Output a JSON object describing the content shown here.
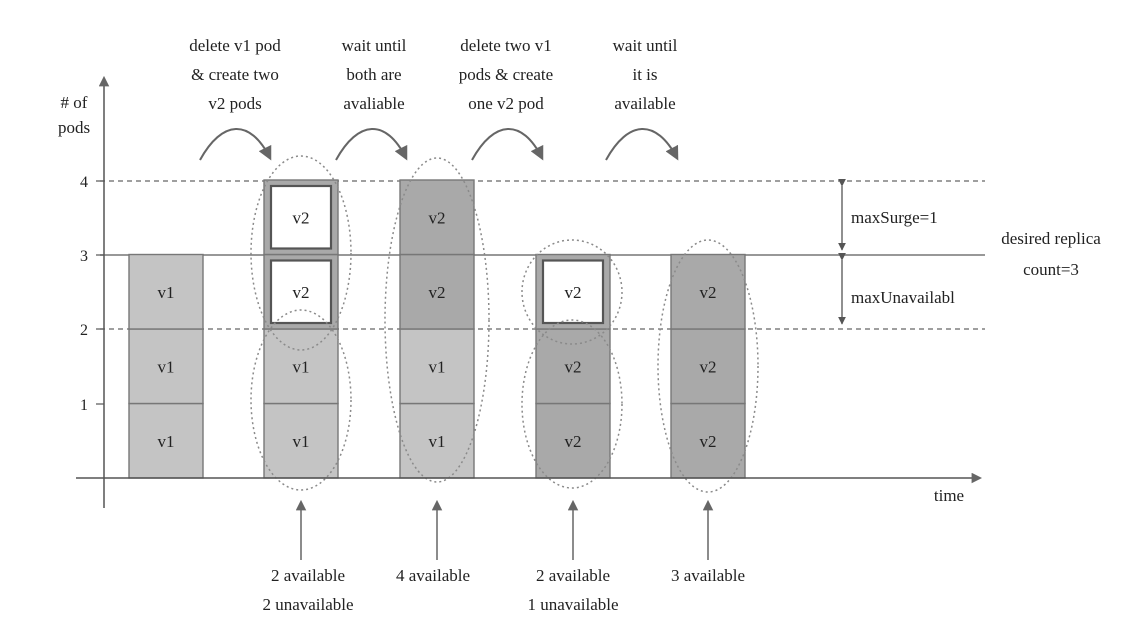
{
  "axis": {
    "y_label_line1": "# of",
    "y_label_line2": "pods",
    "x_label": "time",
    "ticks": [
      "1",
      "2",
      "3",
      "4"
    ]
  },
  "reference_lines": {
    "max_surge_label": "maxSurge=1",
    "max_unavailable_label": "maxUnavailabl",
    "desired_line1": "desired replica",
    "desired_line2": "count=3"
  },
  "steps": [
    {
      "lines": [
        "delete v1 pod",
        "& create two",
        "v2 pods"
      ]
    },
    {
      "lines": [
        "wait until",
        "both are",
        "avaliable"
      ]
    },
    {
      "lines": [
        "delete two v1",
        "pods & create",
        "one v2 pod"
      ]
    },
    {
      "lines": [
        "wait until",
        "it is",
        "available"
      ]
    }
  ],
  "columns": [
    {
      "pods": [
        {
          "label": "v1",
          "style": "v1"
        },
        {
          "label": "v1",
          "style": "v1"
        },
        {
          "label": "v1",
          "style": "v1"
        }
      ]
    },
    {
      "pods": [
        {
          "label": "v1",
          "style": "v1"
        },
        {
          "label": "v1",
          "style": "v1"
        },
        {
          "label": "v2",
          "style": "new"
        },
        {
          "label": "v2",
          "style": "new"
        }
      ],
      "status": [
        "2 available",
        "2 unavailable"
      ]
    },
    {
      "pods": [
        {
          "label": "v1",
          "style": "v1"
        },
        {
          "label": "v1",
          "style": "v1"
        },
        {
          "label": "v2",
          "style": "v2"
        },
        {
          "label": "v2",
          "style": "v2"
        }
      ],
      "status": [
        "4 available"
      ]
    },
    {
      "pods": [
        {
          "label": "v2",
          "style": "v2"
        },
        {
          "label": "v2",
          "style": "v2"
        },
        {
          "label": "v2",
          "style": "new"
        }
      ],
      "status": [
        "2 available",
        "1 unavailable"
      ]
    },
    {
      "pods": [
        {
          "label": "v2",
          "style": "v2"
        },
        {
          "label": "v2",
          "style": "v2"
        },
        {
          "label": "v2",
          "style": "v2"
        }
      ],
      "status": [
        "3 available"
      ]
    }
  ],
  "colors": {
    "v1_fill": "#c4c4c4",
    "v2_fill": "#a9a9a9",
    "new_fill": "#ffffff",
    "line": "#777777"
  }
}
